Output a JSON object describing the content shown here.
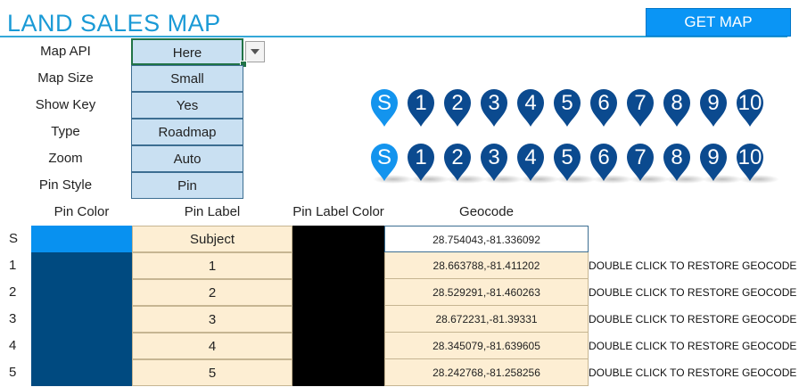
{
  "title": "LAND SALES MAP",
  "get_map_label": "GET MAP",
  "settings": [
    {
      "label": "Map API",
      "value": "Here"
    },
    {
      "label": "Map Size",
      "value": "Small"
    },
    {
      "label": "Show Key",
      "value": "Yes"
    },
    {
      "label": "Type",
      "value": "Roadmap"
    },
    {
      "label": "Zoom",
      "value": "Auto"
    },
    {
      "label": "Pin Style",
      "value": "Pin"
    }
  ],
  "pins_row1": [
    "S",
    "1",
    "2",
    "3",
    "4",
    "5",
    "6",
    "7",
    "8",
    "9",
    "10"
  ],
  "pins_row2": [
    "S",
    "1",
    "2",
    "3",
    "4",
    "5",
    "6",
    "7",
    "8",
    "9",
    "10"
  ],
  "colors": {
    "subject_pin": "#1394ee",
    "numbered_pin": "#0b4a8f",
    "subject_color_cell": "#0891f0",
    "pin_color_cell": "#004a80",
    "label_color_cell": "#000000"
  },
  "table": {
    "headers": [
      "Pin Color",
      "Pin Label",
      "Pin Label Color",
      "Geocode"
    ],
    "rows": [
      {
        "key": "S",
        "label": "Subject",
        "geocode": "28.754043,-81.336092",
        "note": ""
      },
      {
        "key": "1",
        "label": "1",
        "geocode": "28.663788,-81.411202",
        "note": "DOUBLE CLICK TO RESTORE GEOCODE"
      },
      {
        "key": "2",
        "label": "2",
        "geocode": "28.529291,-81.460263",
        "note": "DOUBLE CLICK TO RESTORE GEOCODE"
      },
      {
        "key": "3",
        "label": "3",
        "geocode": "28.672231,-81.39331",
        "note": "DOUBLE CLICK TO RESTORE GEOCODE"
      },
      {
        "key": "4",
        "label": "4",
        "geocode": "28.345079,-81.639605",
        "note": "DOUBLE CLICK TO RESTORE GEOCODE"
      },
      {
        "key": "5",
        "label": "5",
        "geocode": "28.242768,-81.258256",
        "note": "DOUBLE CLICK TO RESTORE GEOCODE"
      }
    ]
  }
}
